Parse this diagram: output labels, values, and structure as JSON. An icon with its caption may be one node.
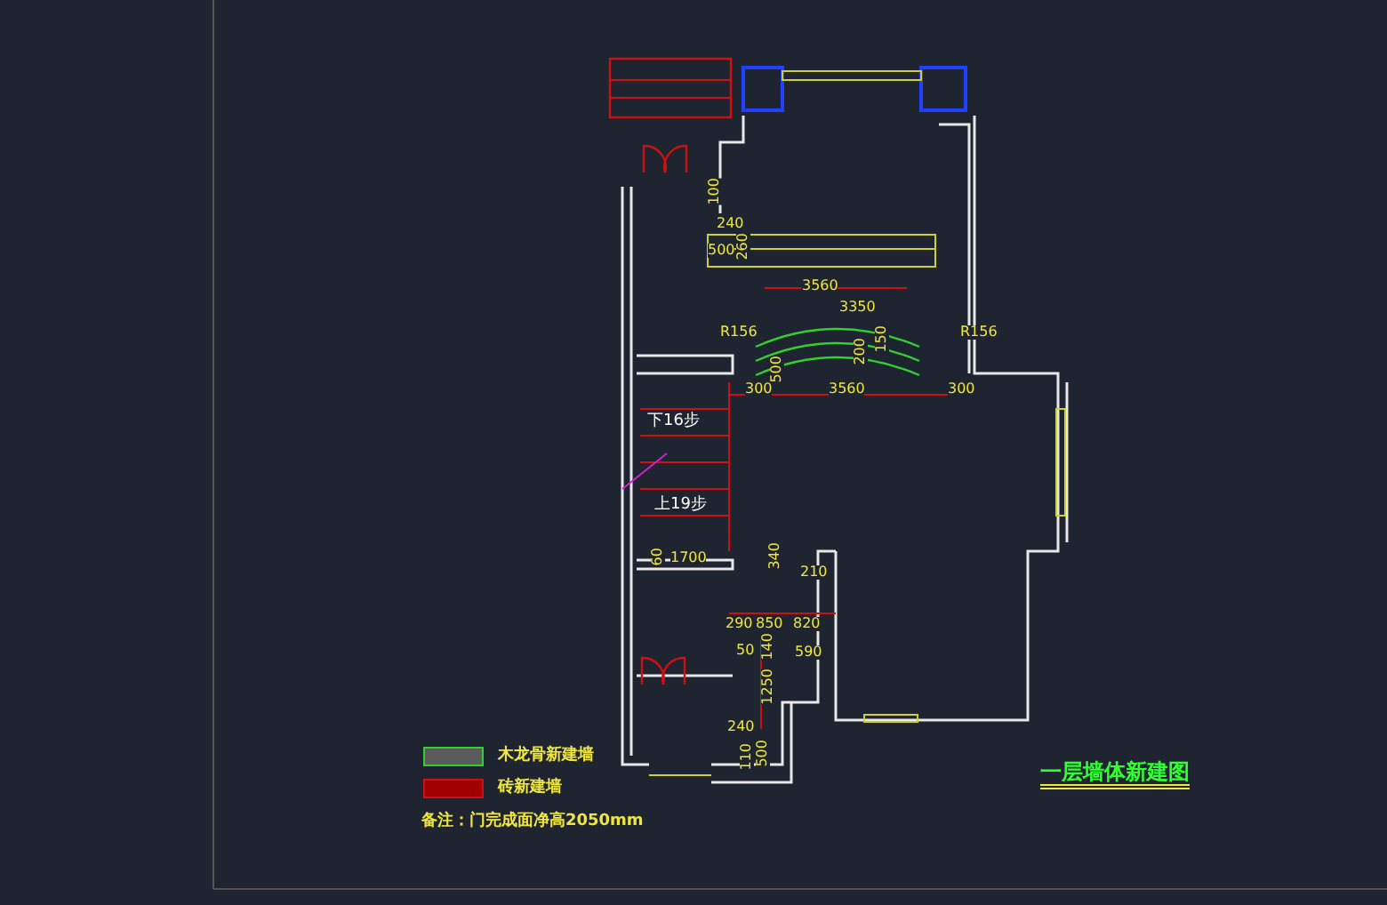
{
  "diagram": {
    "title": "一层墙体新建图",
    "labels": [
      "100",
      "240",
      "500",
      "260",
      "3560",
      "3350",
      "R156",
      "R156",
      "150",
      "200",
      "500",
      "300",
      "3560",
      "300",
      "下16步",
      "上19步",
      "60",
      "1700",
      "340",
      "210",
      "290",
      "850",
      "820",
      "50",
      "140",
      "590",
      "1250",
      "240",
      "110",
      "500",
      "备注：门完成面净高2050mm"
    ],
    "legend": [
      {
        "text": "木龙骨新建墙",
        "color": "#5a5a5a"
      },
      {
        "text": "砖新建墙",
        "color": "#a00000"
      }
    ]
  }
}
